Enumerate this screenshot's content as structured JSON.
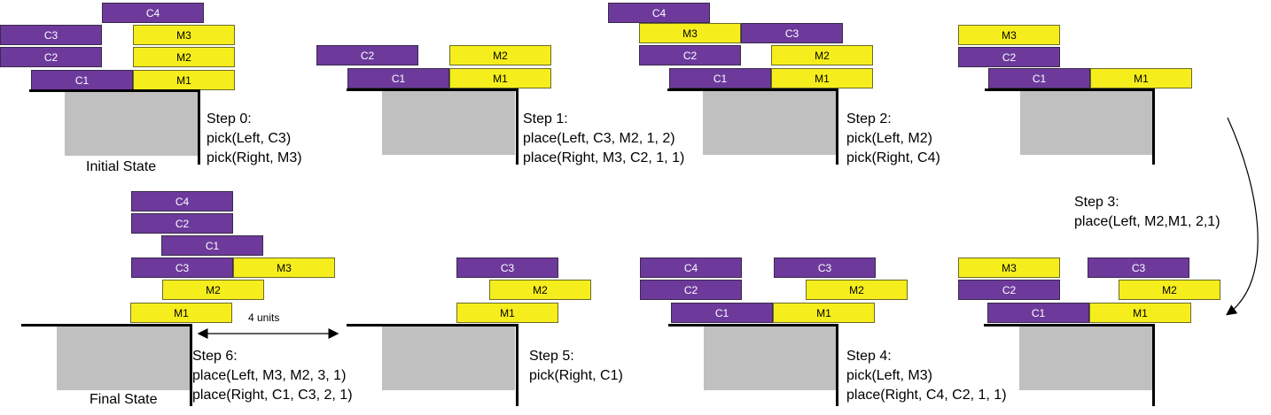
{
  "colors": {
    "c_block": "#6d3a9c",
    "m_block": "#f6ee1c",
    "table": "#c0c0c0",
    "edge": "#000000"
  },
  "panels": [
    {
      "id": "p0",
      "caption": "Initial State",
      "steps": [
        "Step 0:",
        "pick(Left, C3)",
        "pick(Right, M3)"
      ],
      "blocks": [
        [
          "c",
          "C4"
        ],
        [
          "c",
          "C3"
        ],
        [
          "m",
          "M3"
        ],
        [
          "c",
          "C2"
        ],
        [
          "m",
          "M2"
        ],
        [
          "c",
          "C1"
        ],
        [
          "m",
          "M1"
        ]
      ]
    },
    {
      "id": "p1",
      "caption": "",
      "steps": [
        "Step 1:",
        "place(Left, C3, M2, 1, 2)",
        "place(Right, M3, C2, 1, 1)"
      ],
      "blocks": [
        [
          "c",
          "C2"
        ],
        [
          "m",
          "M2"
        ],
        [
          "c",
          "C1"
        ],
        [
          "m",
          "M1"
        ]
      ]
    },
    {
      "id": "p2",
      "caption": "",
      "steps": [
        "Step 2:",
        "pick(Left, M2)",
        "pick(Right, C4)"
      ],
      "blocks": [
        [
          "c",
          "C4"
        ],
        [
          "m",
          "M3"
        ],
        [
          "c",
          "C3"
        ],
        [
          "c",
          "C2"
        ],
        [
          "m",
          "M2"
        ],
        [
          "c",
          "C1"
        ],
        [
          "m",
          "M1"
        ]
      ]
    },
    {
      "id": "p3",
      "caption": "",
      "steps": [
        "Step 3:",
        "place(Left, M2,M1, 2,1)"
      ],
      "blocks": [
        [
          "m",
          "M3"
        ],
        [
          "c",
          "C2"
        ],
        [
          "c",
          "C1"
        ],
        [
          "m",
          "M1"
        ]
      ]
    },
    {
      "id": "p4",
      "caption": "",
      "steps": [
        "Step 4:",
        "pick(Left, M3)",
        "place(Right, C4, C2, 1, 1)"
      ],
      "blocks": [
        [
          "m",
          "M3"
        ],
        [
          "c",
          "C3"
        ],
        [
          "c",
          "C2"
        ],
        [
          "m",
          "M2"
        ],
        [
          "c",
          "C1"
        ],
        [
          "m",
          "M1"
        ]
      ]
    },
    {
      "id": "p5",
      "caption": "",
      "steps": [
        "Step 4:",
        "pick(Left, M3)",
        "place(Right, C4, C2, 1, 1)"
      ],
      "blocks": [
        [
          "c",
          "C4"
        ],
        [
          "c",
          "C3"
        ],
        [
          "c",
          "C2"
        ],
        [
          "m",
          "M2"
        ],
        [
          "c",
          "C1"
        ],
        [
          "m",
          "M1"
        ]
      ]
    },
    {
      "id": "p6",
      "caption": "",
      "steps": [
        "Step 5:",
        "pick(Right, C1)"
      ],
      "blocks": [
        [
          "c",
          "C3"
        ],
        [
          "m",
          "M2"
        ],
        [
          "m",
          "M1"
        ]
      ]
    },
    {
      "id": "p7",
      "caption": "Final State",
      "steps": [
        "Step 6:",
        "place(Left, M3, M2, 3, 1)",
        "place(Right, C1, C3, 2, 1)"
      ],
      "blocks": [
        [
          "c",
          "C4"
        ],
        [
          "c",
          "C2"
        ],
        [
          "c",
          "C1"
        ],
        [
          "c",
          "C3"
        ],
        [
          "m",
          "M3"
        ],
        [
          "m",
          "M2"
        ],
        [
          "m",
          "M1"
        ]
      ]
    }
  ],
  "dimension_label": "4 units"
}
